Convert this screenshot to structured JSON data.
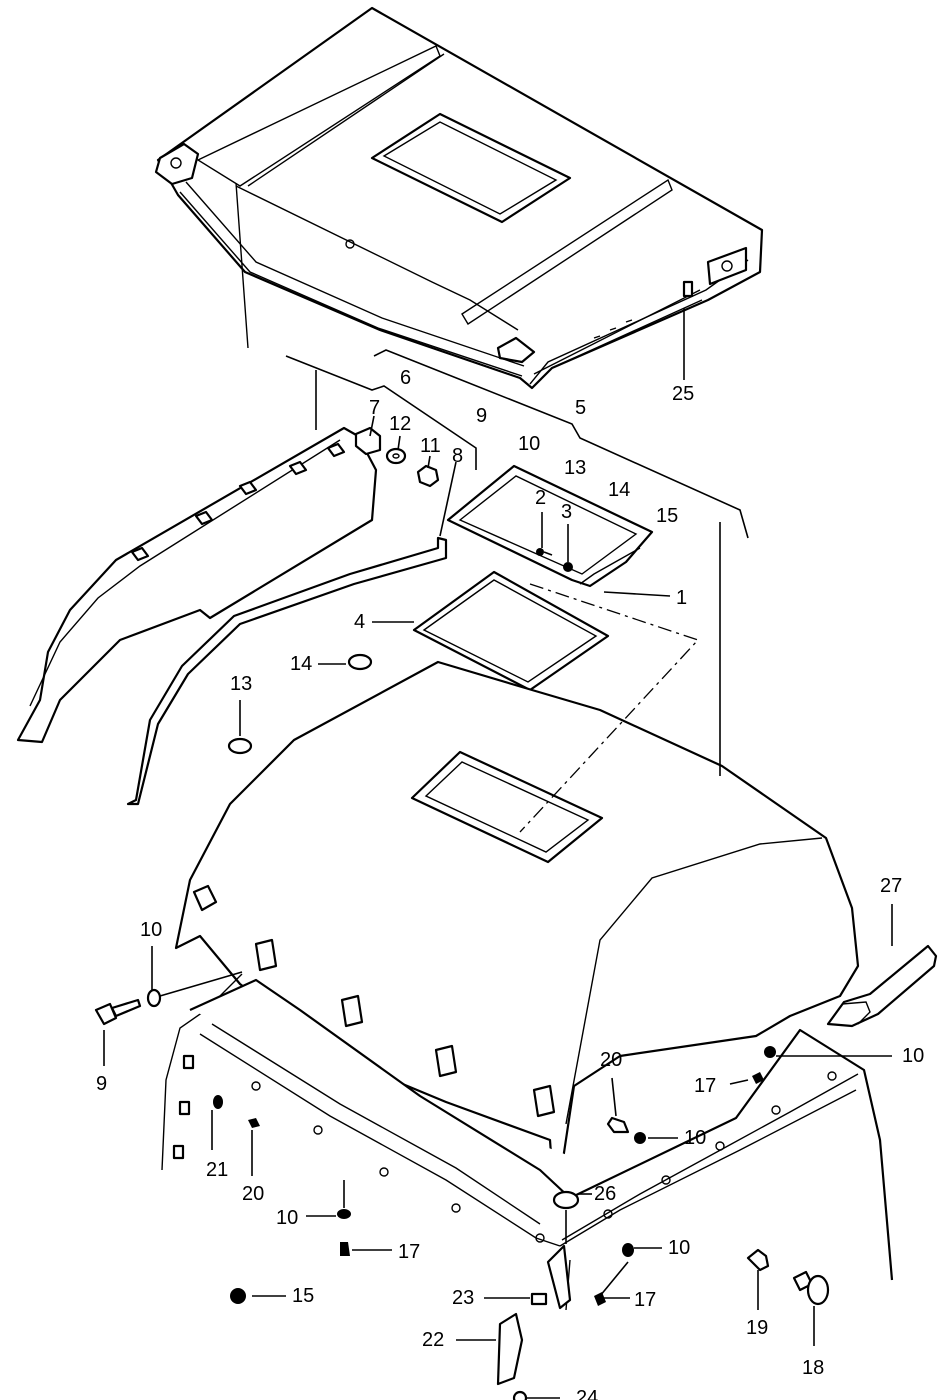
{
  "callouts": [
    {
      "id": "c1",
      "label": "1"
    },
    {
      "id": "c2",
      "label": "2"
    },
    {
      "id": "c3",
      "label": "3"
    },
    {
      "id": "c4",
      "label": "4"
    },
    {
      "id": "c5",
      "label": "5"
    },
    {
      "id": "c6",
      "label": "6"
    },
    {
      "id": "c7",
      "label": "7"
    },
    {
      "id": "c8",
      "label": "8"
    },
    {
      "id": "c9a",
      "label": "9"
    },
    {
      "id": "c9b",
      "label": "9"
    },
    {
      "id": "c10a",
      "label": "10"
    },
    {
      "id": "c10b",
      "label": "10"
    },
    {
      "id": "c10c",
      "label": "10"
    },
    {
      "id": "c10d",
      "label": "10"
    },
    {
      "id": "c10e",
      "label": "10"
    },
    {
      "id": "c10f",
      "label": "10"
    },
    {
      "id": "c11",
      "label": "11"
    },
    {
      "id": "c12",
      "label": "12"
    },
    {
      "id": "c13a",
      "label": "13"
    },
    {
      "id": "c13b",
      "label": "13"
    },
    {
      "id": "c14a",
      "label": "14"
    },
    {
      "id": "c14b",
      "label": "14"
    },
    {
      "id": "c15a",
      "label": "15"
    },
    {
      "id": "c15b",
      "label": "15"
    },
    {
      "id": "c17a",
      "label": "17"
    },
    {
      "id": "c17b",
      "label": "17"
    },
    {
      "id": "c17c",
      "label": "17"
    },
    {
      "id": "c18",
      "label": "18"
    },
    {
      "id": "c19",
      "label": "19"
    },
    {
      "id": "c20a",
      "label": "20"
    },
    {
      "id": "c20b",
      "label": "20"
    },
    {
      "id": "c21",
      "label": "21"
    },
    {
      "id": "c22",
      "label": "22"
    },
    {
      "id": "c23",
      "label": "23"
    },
    {
      "id": "c24",
      "label": "24"
    },
    {
      "id": "c25",
      "label": "25"
    },
    {
      "id": "c26",
      "label": "26"
    },
    {
      "id": "c27",
      "label": "27"
    }
  ]
}
